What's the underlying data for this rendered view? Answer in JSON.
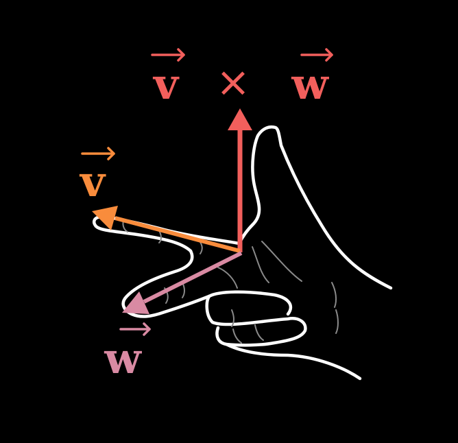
{
  "background_color": "#000000",
  "hand": {
    "outline_color": "#ffffff",
    "crease_color": "#8a8a8a"
  },
  "vectors": {
    "cross_product": {
      "name": "v",
      "operator": "×",
      "operand": "w",
      "color": "#f25f5c"
    },
    "v": {
      "name": "v",
      "color": "#f98c3c"
    },
    "w": {
      "name": "w",
      "color": "#d98aa3"
    }
  },
  "icons": {
    "arrow": "vector-arrow-icon",
    "hand": "right-hand-icon"
  }
}
